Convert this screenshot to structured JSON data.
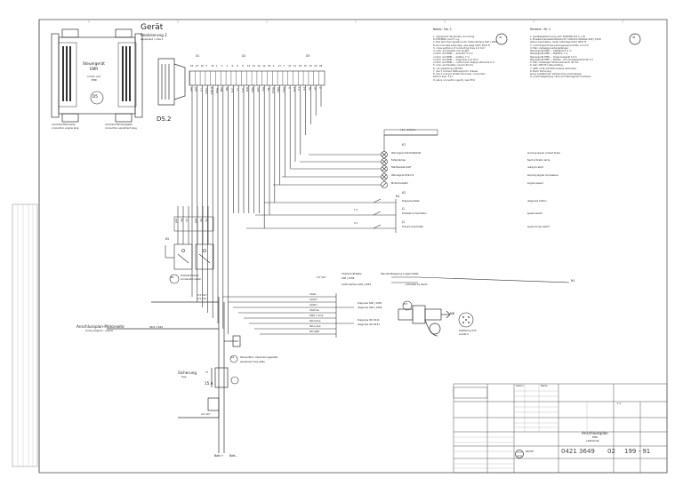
{
  "header": {
    "device_title": "Gerät",
    "device_subtitle": "Realisierung 2",
    "device_subtitle_en": "equipment / code 2",
    "ds_label": "DS.2"
  },
  "emr_box": {
    "title": "Steuergerät",
    "title2": "EMR",
    "sub": "control unit",
    "sub2": "EMR",
    "badge": "D5",
    "left_caption": "Anschluß Motorseite",
    "left_caption_en": "connection engine plug",
    "right_caption": "Anschluß Fahrzeugseite",
    "right_caption_en": "connection equipment plug"
  },
  "connector_labels": {
    "x1": "X1",
    "x2": "X2",
    "x3": "X3",
    "k1": "K1",
    "k2": "K2"
  },
  "pin_numbers": [
    "25",
    "22",
    "16",
    "5",
    "14",
    "1",
    "3",
    "2",
    "9",
    "6",
    "8",
    "24",
    "13",
    "10",
    "12",
    "20",
    "4",
    "17",
    "7",
    "21",
    "11",
    "18",
    "15",
    "19",
    "23",
    "26"
  ],
  "wire_labels": [
    "pwr",
    "gnd",
    "n.c.",
    "CAN-L",
    "CAN-H",
    "Diag.",
    "BRK",
    "PW",
    "b.m.",
    "t.c.",
    "k.m.",
    "SPD",
    "ENG",
    "ACC",
    "gnd",
    "OIL",
    "Temp",
    "EMR",
    "Prsg",
    "n",
    "prot",
    "U1",
    "U2",
    "vel",
    "rel",
    "d"
  ],
  "outputs": {
    "header": "( 2 ) ,  0.5mm²",
    "items": [
      {
        "de": "Warnsignal Kühlmittelhalt",
        "en": "warning signal coolant temp"
      },
      {
        "de": "Fehlerlampe",
        "en": "fault indicator lamp"
      },
      {
        "de": "Startbereitschaft",
        "en": "ready-to-start"
      },
      {
        "de": "Warnsignal Öldruck",
        "en": "warning signal oil pressure"
      },
      {
        "de": "Motordrehzahl",
        "en": "engine speed"
      }
    ],
    "inputs": [
      {
        "de": "Diagnose-Taste",
        "en": "diagnosis button"
      },
      {
        "de": "Drehzahl umschalten",
        "en": "speed switch"
      },
      {
        "de": "P-Grad umschalter",
        "en": "speed droop switch"
      }
    ]
  },
  "right_labels": {
    "k4": "K4",
    "diag_val_1": "1 d",
    "diag_val_2": "2 d",
    "j1": "J1",
    "j2": "J2"
  },
  "notes_de_title": "Hinweis :  Nr. 2",
  "notes_en_title": "Notes :  No. 2",
  "notes_de_badge": "42",
  "notes_en_badge": "42",
  "notes_en": [
    "1. equipment declaration according",
    "   to FAE/PINS, part 3 u.g.",
    "2. Bus terminal resistance for CAN-interface SAE J 1939",
    "   to be mounted externally, see page 0421 3647 ff",
    "3. cross sections of conducting lines  1.0 mm²",
    "4. max. permissible line lenght",
    "   control unit EMR — actuator  5.5 m",
    "   control unit EMR — battery  7 m",
    "   control unit EMR — diagnosis unit  10 m",
    "   control unit EMR — control and display elements  5 m",
    "5. max. permissible current  40 mA",
    "6. not supplied by DEUTZ",
    "7. don't connect GND-signal to chassis",
    "8. don't connect additional power consumers",
    "   behind fuse 'F.11'",
    "9. place connection gently near ECU"
  ],
  "notes_de": [
    "1. Gerätebezeichnung nach FAE/PINS Teil 3, u.B.",
    "2. Busabschlusswiderstände für CAN-Schnittstelle SAE J 1939",
    "   extern beschalten, siehe Unterlage 0421 3647 ff",
    "3. nicht bezeichnete Leitungsquerschnitte 1.0 mm²",
    "4. Max. zulässige Leitungslängen:",
    "   Steuergerät EMR — Stellglied  5.5 m",
    "   Steuergerät EMR — Batterie  7 m",
    "   Steuergerät EMR — Diagnosegerät  10 m",
    "   Steuergerät EMR — Bedien- und Anzeigeelemente  5 m",
    "5. Max. zulässiger Stromverbrauch 40 mA",
    "6. Kein DEUTZ Lieferumfang",
    "7. GND nicht mit Motormasse verbinden",
    "8. Nach Sicherung",
    "   keine zusätzlichen Verbraucher anschliessen",
    "9. Anschlußgehäuse nahe am Steuergerät montieren"
  ],
  "relay_block": {
    "k5": "K5",
    "caption_de": "Drehzahlmelder",
    "caption_en": "accelerator pedal",
    "badge": "B1",
    "col_labels": [
      "gnd",
      "sig",
      "5V",
      "gnd",
      "sig",
      "5V"
    ]
  },
  "can_section": {
    "can_de": "CAN-Schnittstelle",
    "can_sae": "SAE J 1939",
    "can_en": "CAN-interface SAE J 1939",
    "can_right_de": "Standardbelegung vorgeschaltet",
    "can_right_en": "activated by Deutz",
    "bus_labels": [
      "CAN-L",
      "CAN-H",
      "CAN-H",
      "CAN low",
      "PWG 1 Amp",
      "ISO-K-line",
      "ISO-L-line",
      "ISO GND"
    ],
    "cross_1": "2.5 mm²",
    "cross_2": "2.5 mm²",
    "n1": "N1",
    "n2": "N2"
  },
  "diagnosis": {
    "line1": "Diagnose  SAE J 1939",
    "line2": "diagnosis  SAE J 1939",
    "line3": "Diagnose  ISO 9141",
    "line4": "diagnosis  ISO 9141",
    "badge": "X23",
    "connector_de": "Plattformg X23",
    "connector_en": "socket X",
    "x_label": "X"
  },
  "left_section": {
    "title_de": "Anschlussplan-Motorseite",
    "title_en": "wiring diagram - engine",
    "ref": "0421 3 649",
    "fuse_de": "Sicherung",
    "fuse_en": "fuse",
    "fuse_value": "15 A",
    "fuse_badge": "F1",
    "relay_badge": "K2",
    "relay_de": "Steckerfeld / Absicherungsplatte",
    "relay_en": "equipment fuse plate",
    "cross_top": "2.5 mm²",
    "cross_bottom": "4.0 mm²",
    "batt_plus": "Batt.+",
    "batt_minus": "Batt.-"
  },
  "title_block": {
    "doc_title_de": "Anschlussplan",
    "doc_title_sub": "EMR",
    "doc_title_en": "Lastbetrieb",
    "doc_number": "0421 3649",
    "suffix": "02",
    "sheet": "199 - 91",
    "company": "DEUTZ",
    "date_label": "Datum",
    "name_label": "Name",
    "scale": "1:1"
  }
}
